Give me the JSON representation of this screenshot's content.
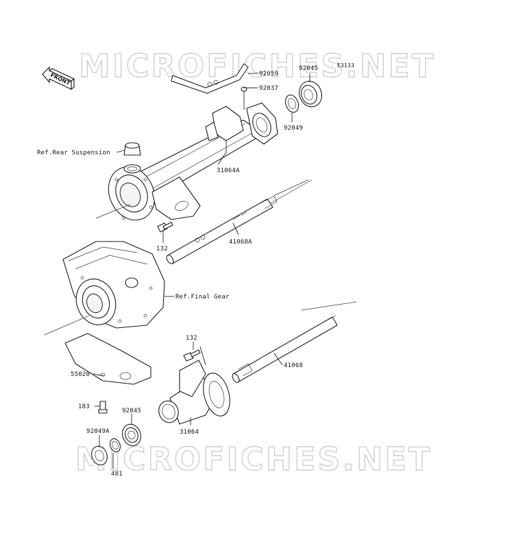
{
  "diagram": {
    "watermark_top": "MICROFICHES.NET",
    "watermark_bottom": "MICROFICHES.NET",
    "ref_code": "E3133",
    "front_label": "FRONT",
    "labels": {
      "p92059": "92059",
      "p92045_top": "92045",
      "p92037": "92037",
      "p92049": "92049",
      "ref_rear_suspension": "Ref.Rear Suspension",
      "p31064A": "31064A",
      "p132_top": "132",
      "p41068A": "41068A",
      "ref_final_gear": "Ref.Final Gear",
      "p132_bottom": "132",
      "p41068": "41068",
      "p55020": "55020",
      "p183": "183",
      "p92045_bottom": "92045",
      "p31064": "31064",
      "p92049A": "92049A",
      "p481": "481"
    }
  }
}
